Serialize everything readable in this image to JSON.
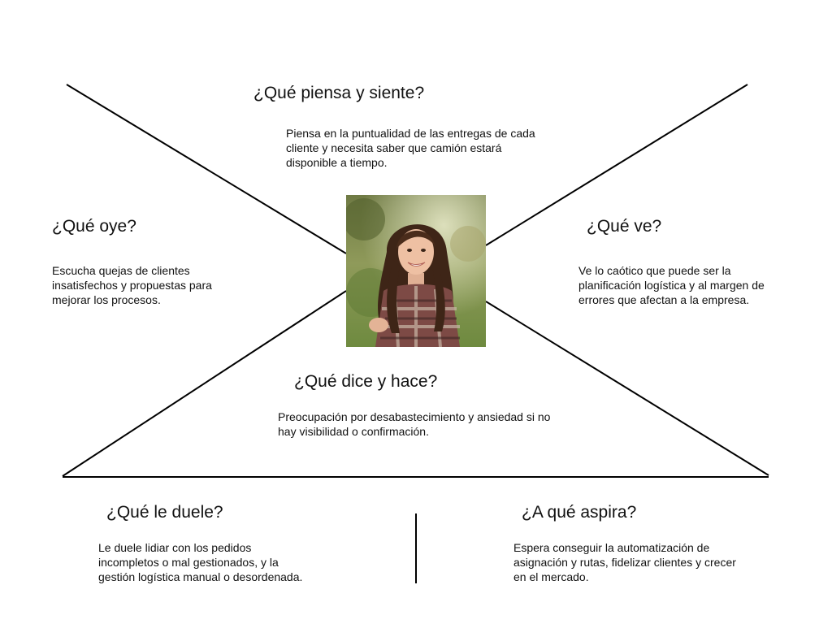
{
  "think_feel": {
    "title": "¿Qué piensa y siente?",
    "text": "Piensa en la puntualidad de las entregas de cada cliente y necesita saber que camión estará disponible a tiempo."
  },
  "hear": {
    "title": "¿Qué oye?",
    "text": "Escucha quejas de clientes insatisfechos y propuestas para mejorar los procesos."
  },
  "see": {
    "title": "¿Qué ve?",
    "text": "Ve lo caótico que puede ser la planificación logística y al margen de errores que afectan a la empresa."
  },
  "say_do": {
    "title": "¿Qué dice y hace?",
    "text": "Preocupación por desabastecimiento y ansiedad si no hay visibilidad o confirmación."
  },
  "pains": {
    "title": "¿Qué le duele?",
    "text": "Le duele lidiar con los pedidos incompletos o mal gestionados, y la gestión logística manual o desordenada."
  },
  "gains": {
    "title": "¿A qué aspira?",
    "text": "Espera conseguir la automatización de asignación y rutas, fidelizar clientes y crecer en el mercado."
  },
  "colors": {
    "line": "#000000",
    "background": "#ffffff",
    "text": "#111111"
  },
  "persona_photo": "smiling-woman-portrait"
}
